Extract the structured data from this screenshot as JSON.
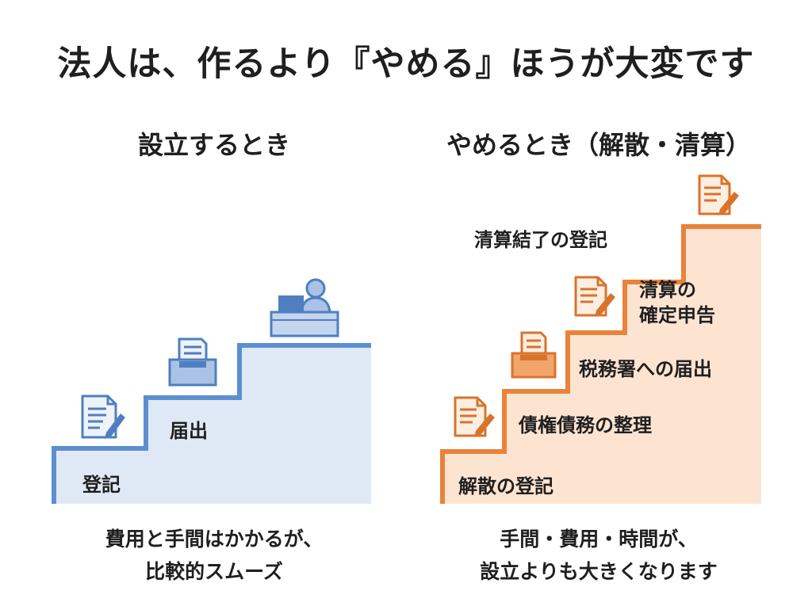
{
  "title": "法人は、作るより『やめる』ほうが大変です",
  "left": {
    "heading": "設立するとき",
    "steps": [
      "登記",
      "届出"
    ],
    "caption_line1": "費用と手間はかかるが、",
    "caption_line2": "比較的スムーズ",
    "colors": {
      "line": "#5b8fd0",
      "fill": "#dfe8f5",
      "icon": "#4f7fc0"
    }
  },
  "right": {
    "heading": "やめるとき（解散・清算）",
    "steps": [
      "解散の登記",
      "債権債務の整理",
      "税務署への届出",
      "清算の",
      "確定申告",
      "清算結了の登記"
    ],
    "caption_line1": "手間・費用・時間が、",
    "caption_line2": "設立よりも大きくなります",
    "colors": {
      "line": "#e8833a",
      "fill": "#fde4d1",
      "icon": "#d9732c"
    }
  },
  "icons": [
    "document-pen-icon",
    "tray-document-icon",
    "person-desk-icon"
  ]
}
